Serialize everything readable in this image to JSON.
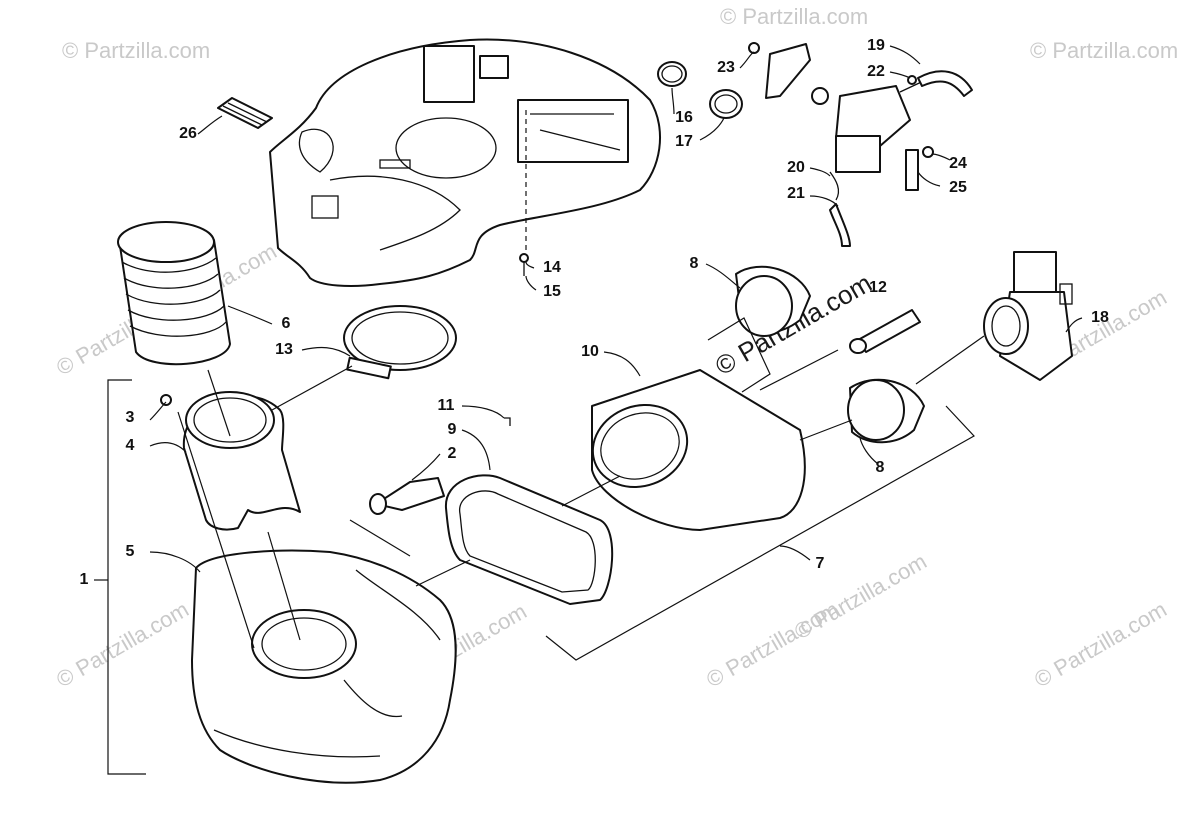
{
  "watermark": {
    "text": "© Partzilla.com",
    "center_text": "© Partzilla.com"
  },
  "callouts": {
    "c1": "1",
    "c2": "2",
    "c3": "3",
    "c4": "4",
    "c5": "5",
    "c6": "6",
    "c7": "7",
    "c8a": "8",
    "c8b": "8",
    "c9": "9",
    "c10": "10",
    "c11": "11",
    "c12": "12",
    "c13": "13",
    "c14": "14",
    "c15": "15",
    "c16": "16",
    "c17": "17",
    "c18": "18",
    "c19": "19",
    "c20": "20",
    "c21": "21",
    "c22": "22",
    "c23": "23",
    "c24": "24",
    "c25": "25",
    "c26": "26"
  }
}
